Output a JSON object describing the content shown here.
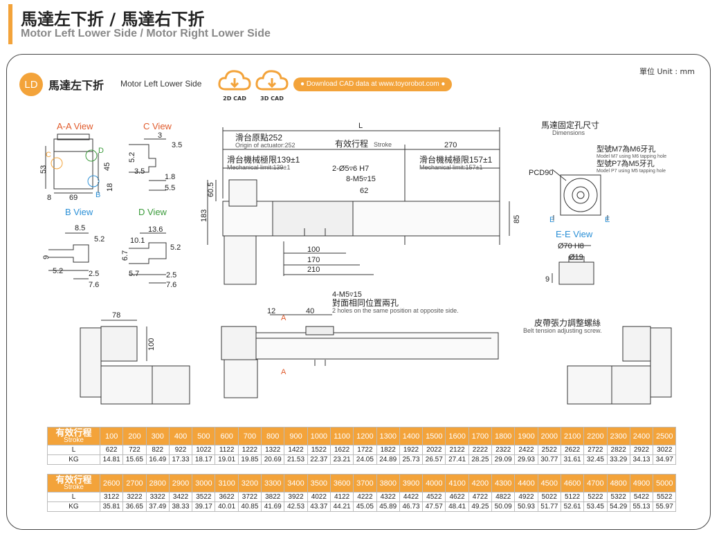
{
  "header": {
    "title_zh": "馬達左下折 / 馬達右下折",
    "title_en": "Motor Left  Lower Side / Motor  Right Lower Side"
  },
  "panel": {
    "badge": "LD",
    "title_zh": "馬達左下折",
    "title_en": "Motor Left Lower Side",
    "cad": [
      {
        "label": "2D CAD"
      },
      {
        "label": "3D CAD"
      }
    ],
    "download": "● Download CAD data at www.toyorobot.com ●",
    "unit": "單位 Unit : mm"
  },
  "views": {
    "aa": "A-A View",
    "c": "C View",
    "b": "B View",
    "d": "D View",
    "ee": "E-E View",
    "aa_dims": {
      "h53": "53",
      "h45": "45",
      "w8": "8",
      "w69": "69",
      "h18": "18",
      "C": "C",
      "D": "D",
      "B": "B"
    },
    "c_dims": {
      "d3": "3",
      "d35": "3.5",
      "d52": "5.2",
      "d35b": "3.5",
      "d18": "1.8",
      "d55": "5.5"
    },
    "b_dims": {
      "d85": "8.5",
      "d52": "5.2",
      "d9": "9",
      "d52b": "5.2",
      "d25": "2.5",
      "d76": "7.6"
    },
    "d_dims": {
      "d136": "13.6",
      "d101": "10.1",
      "d52": "5.2",
      "d67": "6.7",
      "d57": "5.7",
      "d25": "2.5",
      "d76": "7.6"
    }
  },
  "main": {
    "L": "L",
    "origin_zh": "滑台原點252",
    "origin_en": "Origin of actuator:252",
    "stroke_zh": "有效行程",
    "stroke_en": "Stroke",
    "d270": "270",
    "mech_l_zh": "滑台機械極限139±1",
    "mech_l_en": "Mechanical limit:139±1",
    "mech_r_zh": "滑台機械極限157±1",
    "mech_r_en": "Mechanical limit:157±1",
    "hole1": "2-Ø5▿6 H7",
    "hole2": "8-M5▿15",
    "d62": "62",
    "d605": "60.5",
    "d183": "183",
    "d85": "85",
    "d100": "100",
    "d170": "170",
    "d210": "210",
    "hole3": "4-M5▿15",
    "opp_zh": "對面相同位置兩孔",
    "opp_en": "2 holes on the same position at opposite side.",
    "d12": "12",
    "d40": "40",
    "secA": "A",
    "secA2": "A",
    "d78": "78",
    "d100b": "100"
  },
  "motor": {
    "title_zh": "馬達固定孔尺寸",
    "title_en": "Dimensions",
    "m7_zh": "型號M7為M6牙孔",
    "m7_en": "Model M7 using M6 tapping hole",
    "p7_zh": "型號P7為M5牙孔",
    "p7_en": "Model P7 using M5 tapping hole",
    "pcd": "PCD90",
    "E1": "E",
    "E2": "E",
    "d70": "Ø70 H8",
    "d19": "Ø19",
    "d9": "9"
  },
  "belt": {
    "zh": "皮帶張力調整螺絲",
    "en": "Belt tension adjusting screw."
  },
  "table1": {
    "head_zh": "有效行程",
    "head_en": "Stroke",
    "row_L": "L",
    "row_KG": "KG",
    "stroke": [
      "100",
      "200",
      "300",
      "400",
      "500",
      "600",
      "700",
      "800",
      "900",
      "1000",
      "1100",
      "1200",
      "1300",
      "1400",
      "1500",
      "1600",
      "1700",
      "1800",
      "1900",
      "2000",
      "2100",
      "2200",
      "2300",
      "2400",
      "2500"
    ],
    "L": [
      "622",
      "722",
      "822",
      "922",
      "1022",
      "1122",
      "1222",
      "1322",
      "1422",
      "1522",
      "1622",
      "1722",
      "1822",
      "1922",
      "2022",
      "2122",
      "2222",
      "2322",
      "2422",
      "2522",
      "2622",
      "2722",
      "2822",
      "2922",
      "3022"
    ],
    "KG": [
      "14.81",
      "15.65",
      "16.49",
      "17.33",
      "18.17",
      "19.01",
      "19.85",
      "20.69",
      "21.53",
      "22.37",
      "23.21",
      "24.05",
      "24.89",
      "25.73",
      "26.57",
      "27.41",
      "28.25",
      "29.09",
      "29.93",
      "30.77",
      "31.61",
      "32.45",
      "33.29",
      "34.13",
      "34.97"
    ]
  },
  "table2": {
    "head_zh": "有效行程",
    "head_en": "Stroke",
    "row_L": "L",
    "row_KG": "KG",
    "stroke": [
      "2600",
      "2700",
      "2800",
      "2900",
      "3000",
      "3100",
      "3200",
      "3300",
      "3400",
      "3500",
      "3600",
      "3700",
      "3800",
      "3900",
      "4000",
      "4100",
      "4200",
      "4300",
      "4400",
      "4500",
      "4600",
      "4700",
      "4800",
      "4900",
      "5000"
    ],
    "L": [
      "3122",
      "3222",
      "3322",
      "3422",
      "3522",
      "3622",
      "3722",
      "3822",
      "3922",
      "4022",
      "4122",
      "4222",
      "4322",
      "4422",
      "4522",
      "4622",
      "4722",
      "4822",
      "4922",
      "5022",
      "5122",
      "5222",
      "5322",
      "5422",
      "5522"
    ],
    "KG": [
      "35.81",
      "36.65",
      "37.49",
      "38.33",
      "39.17",
      "40.01",
      "40.85",
      "41.69",
      "42.53",
      "43.37",
      "44.21",
      "45.05",
      "45.89",
      "46.73",
      "47.57",
      "48.41",
      "49.25",
      "50.09",
      "50.93",
      "51.77",
      "52.61",
      "53.45",
      "54.29",
      "55.13",
      "55.97"
    ]
  },
  "colors": {
    "accent": "#f3a33a",
    "view_label": "#e05a2b",
    "view_label2": "#2a8fd6",
    "view_label3": "#3a9a3a"
  }
}
